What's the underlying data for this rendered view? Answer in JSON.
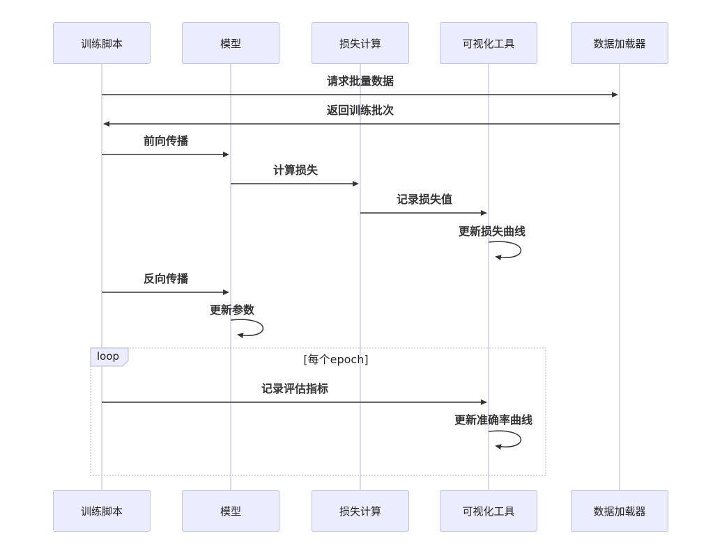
{
  "diagram": {
    "kind": "sequence-diagram",
    "actors": [
      {
        "label": "训练脚本"
      },
      {
        "label": "模型"
      },
      {
        "label": "损失计算"
      },
      {
        "label": "可视化工具"
      },
      {
        "label": "数据加载器"
      }
    ],
    "messages": [
      {
        "label": "请求批量数据",
        "from": "训练脚本",
        "to": "数据加载器",
        "type": "solid-arrow"
      },
      {
        "label": "返回训练批次",
        "from": "数据加载器",
        "to": "训练脚本",
        "type": "solid-arrow"
      },
      {
        "label": "前向传播",
        "from": "训练脚本",
        "to": "模型",
        "type": "solid-arrow"
      },
      {
        "label": "计算损失",
        "from": "模型",
        "to": "损失计算",
        "type": "solid-arrow"
      },
      {
        "label": "记录损失值",
        "from": "损失计算",
        "to": "可视化工具",
        "type": "solid-arrow"
      },
      {
        "label": "更新损失曲线",
        "from": "可视化工具",
        "to": "可视化工具",
        "type": "self-loop"
      },
      {
        "label": "反向传播",
        "from": "训练脚本",
        "to": "模型",
        "type": "solid-arrow"
      },
      {
        "label": "更新参数",
        "from": "模型",
        "to": "模型",
        "type": "self-loop"
      },
      {
        "label": "记录评估指标",
        "from": "训练脚本",
        "to": "可视化工具",
        "type": "solid-arrow"
      },
      {
        "label": "更新准确率曲线",
        "from": "可视化工具",
        "to": "可视化工具",
        "type": "self-loop"
      }
    ],
    "loop": {
      "label": "loop",
      "condition": "[每个epoch]"
    },
    "colors": {
      "actor_fill": "#ECECFF",
      "actor_border": "#BFBFE0",
      "lifeline": "#CDCDE3",
      "arrow": "#333333",
      "message_text": "#333333",
      "loop_border": "#C4C4DE"
    }
  }
}
